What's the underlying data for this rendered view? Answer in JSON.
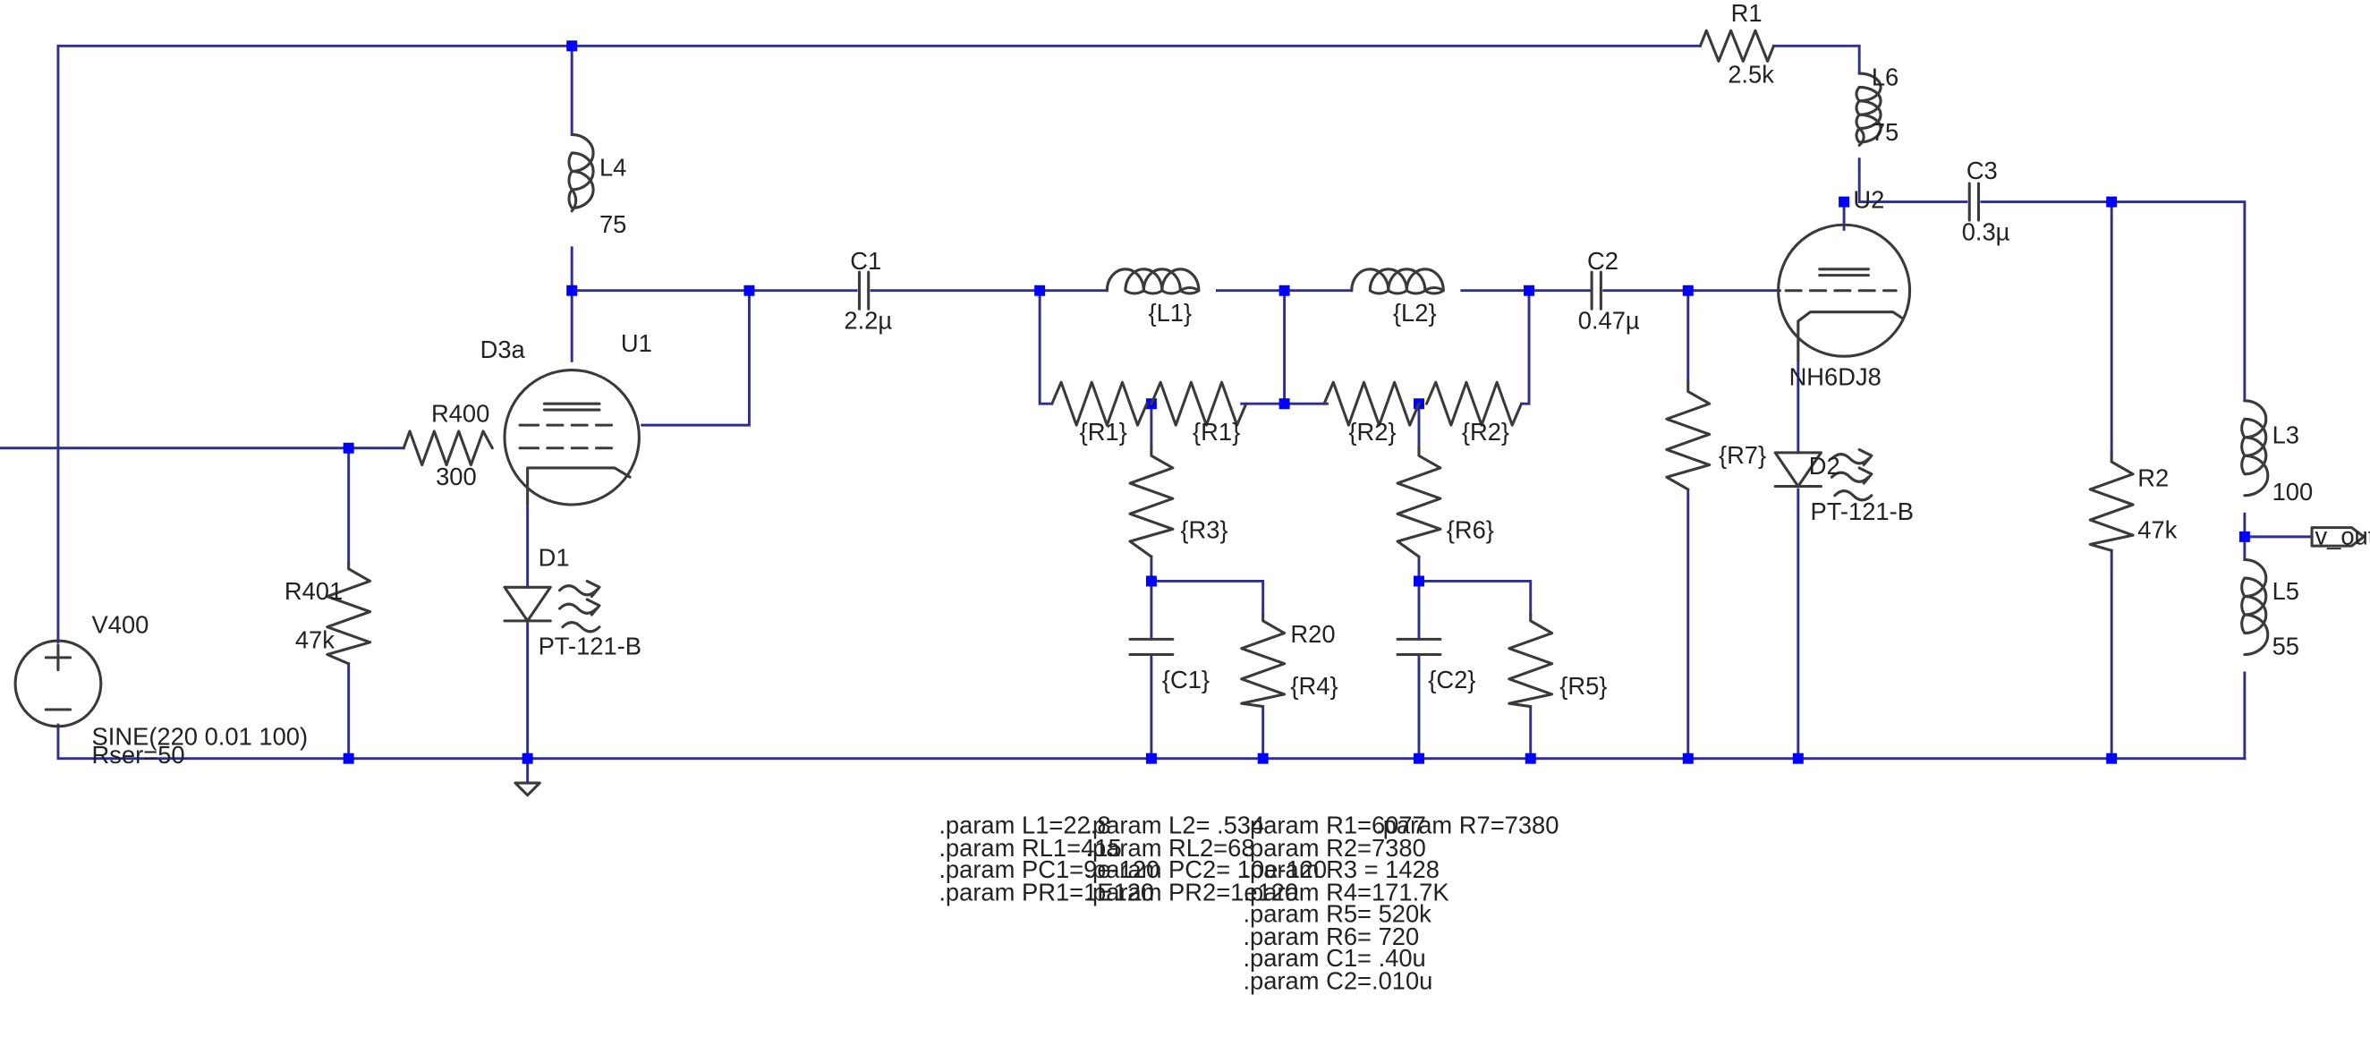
{
  "labels": {
    "r1_name": "R1",
    "r1_val": "2.5k",
    "l6_name": "L6",
    "l6_val": "75",
    "l4_name": "L4",
    "l4_val": "75",
    "c1_name": "C1",
    "c1_val": "2.2µ",
    "c2_name": "C2",
    "c2_val": "0.47µ",
    "c3_name": "C3",
    "c3_val": "0.3µ",
    "l1_val": "{L1}",
    "l2_val": "{L2}",
    "r1a_val": "{R1}",
    "r1b_val": "{R1}",
    "r2a_val": "{R2}",
    "r2b_val": "{R2}",
    "r3_val": "{R3}",
    "r6_val": "{R6}",
    "r7_val": "{R7}",
    "c1p_val": "{C1}",
    "c2p_val": "{C2}",
    "r20_name": "R20",
    "r4_val": "{R4}",
    "r5_val": "{R5}",
    "d3a_name": "D3a",
    "u1_name": "U1",
    "u2_name": "U2",
    "u2_model": "NH6DJ8",
    "r400_name": "R400",
    "r400_val": "300",
    "r401_name": "R401",
    "r401_val": "47k",
    "d1_name": "D1",
    "d1_model": "PT-121-B",
    "d2_name": "D2",
    "d2_model": "PT-121-B",
    "r2_name": "R2",
    "r2_val": "47k",
    "l3_name": "L3",
    "l3_val": "100",
    "l5_name": "L5",
    "l5_val": "55",
    "vout": "v_out",
    "v400_name": "V400",
    "v400_sine": "SINE(220 0.01 100)",
    "v400_rser": "Rser=50"
  },
  "params": {
    "col1": [
      ".param L1=22.8",
      ".param RL1=415",
      ".param PC1=9e-120",
      ".param PR1=1E120"
    ],
    "col2": [
      ".param L2= .534",
      ".param RL2=68",
      ".param PC2= 10e-120",
      ".param PR2=1e120"
    ],
    "col3": [
      ".param R1=6077",
      ".param R2=7380",
      ".param R3 = 1428",
      ".param R4=171.7K",
      ".param R5= 520k",
      ".param R6= 720",
      ".param C1= .40u",
      ".param C2=.010u"
    ],
    "col4": [
      ".param R7=7380"
    ]
  },
  "colors": {
    "wire": "#2e2e8c",
    "junction": "#0000ff",
    "component": "#3a3a3a",
    "background": "#ffffff"
  }
}
